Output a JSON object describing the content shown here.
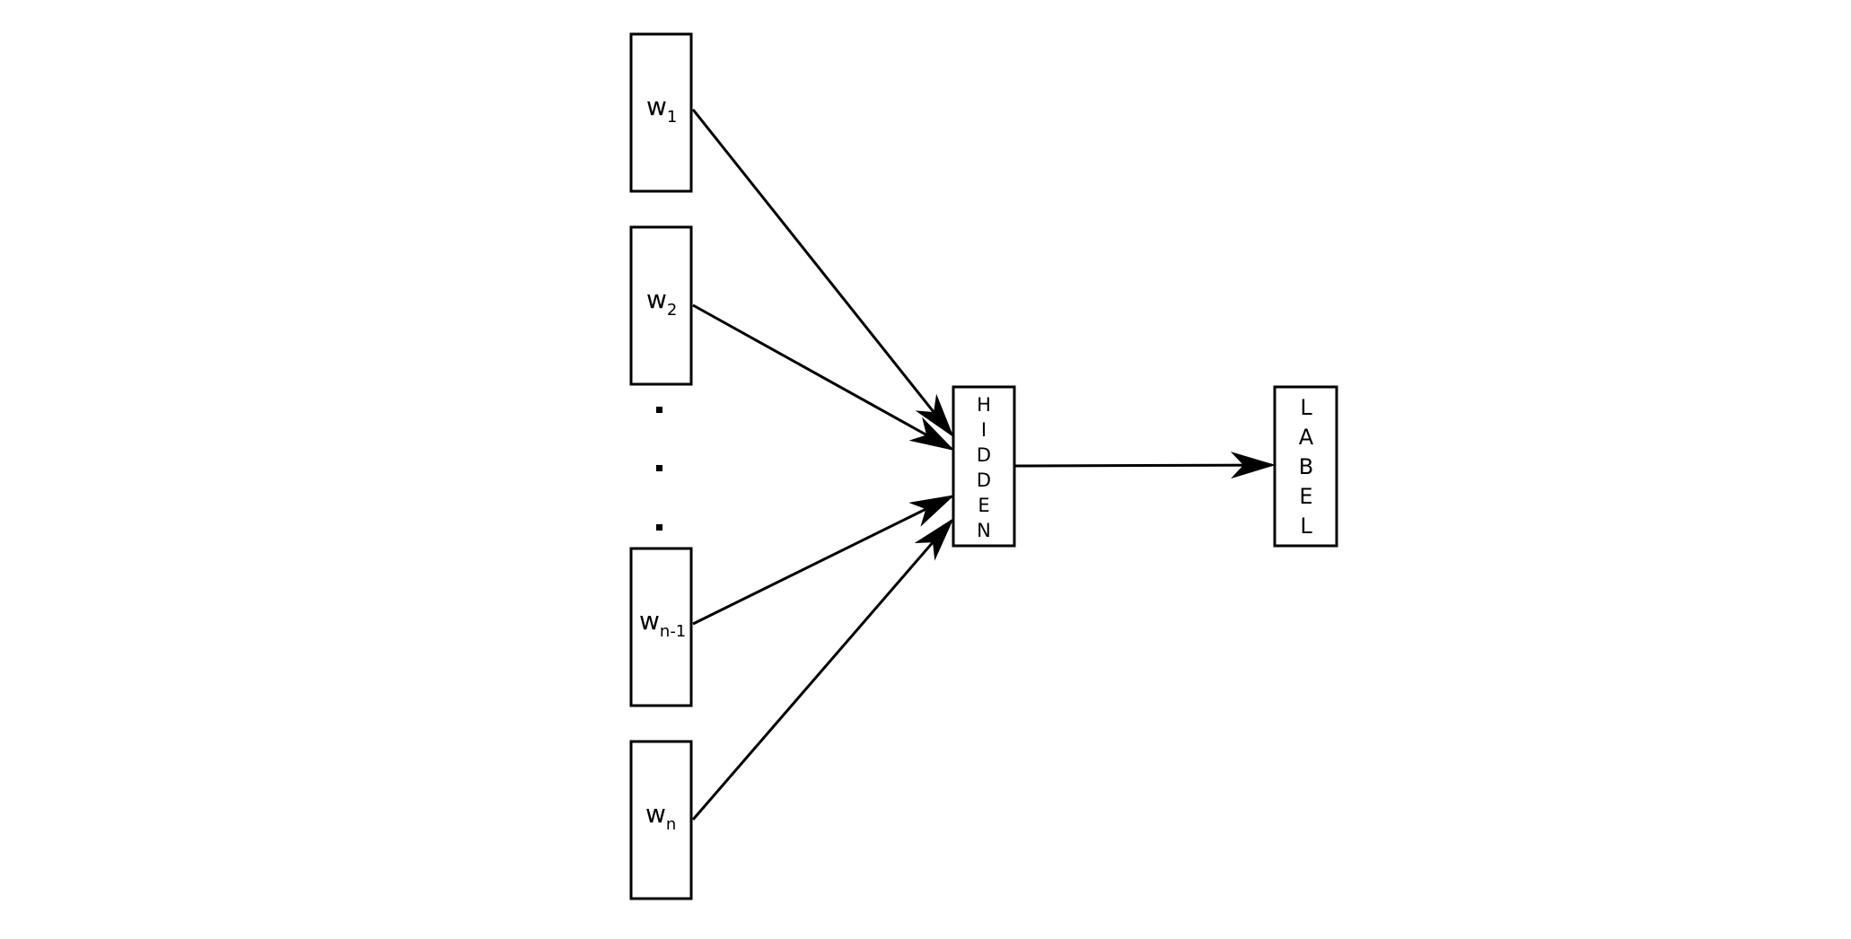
{
  "nodes": {
    "w1": {
      "base": "w",
      "sub": "1"
    },
    "w2": {
      "base": "w",
      "sub": "2"
    },
    "wn_minus_1": {
      "base": "w",
      "sub": "n-1"
    },
    "wn": {
      "base": "w",
      "sub": "n"
    },
    "hidden": {
      "letters": [
        "H",
        "I",
        "D",
        "D",
        "E",
        "N"
      ]
    },
    "label": {
      "letters": [
        "L",
        "A",
        "B",
        "E",
        "L"
      ]
    }
  },
  "colors": {
    "stroke": "#000000",
    "background": "#ffffff"
  }
}
